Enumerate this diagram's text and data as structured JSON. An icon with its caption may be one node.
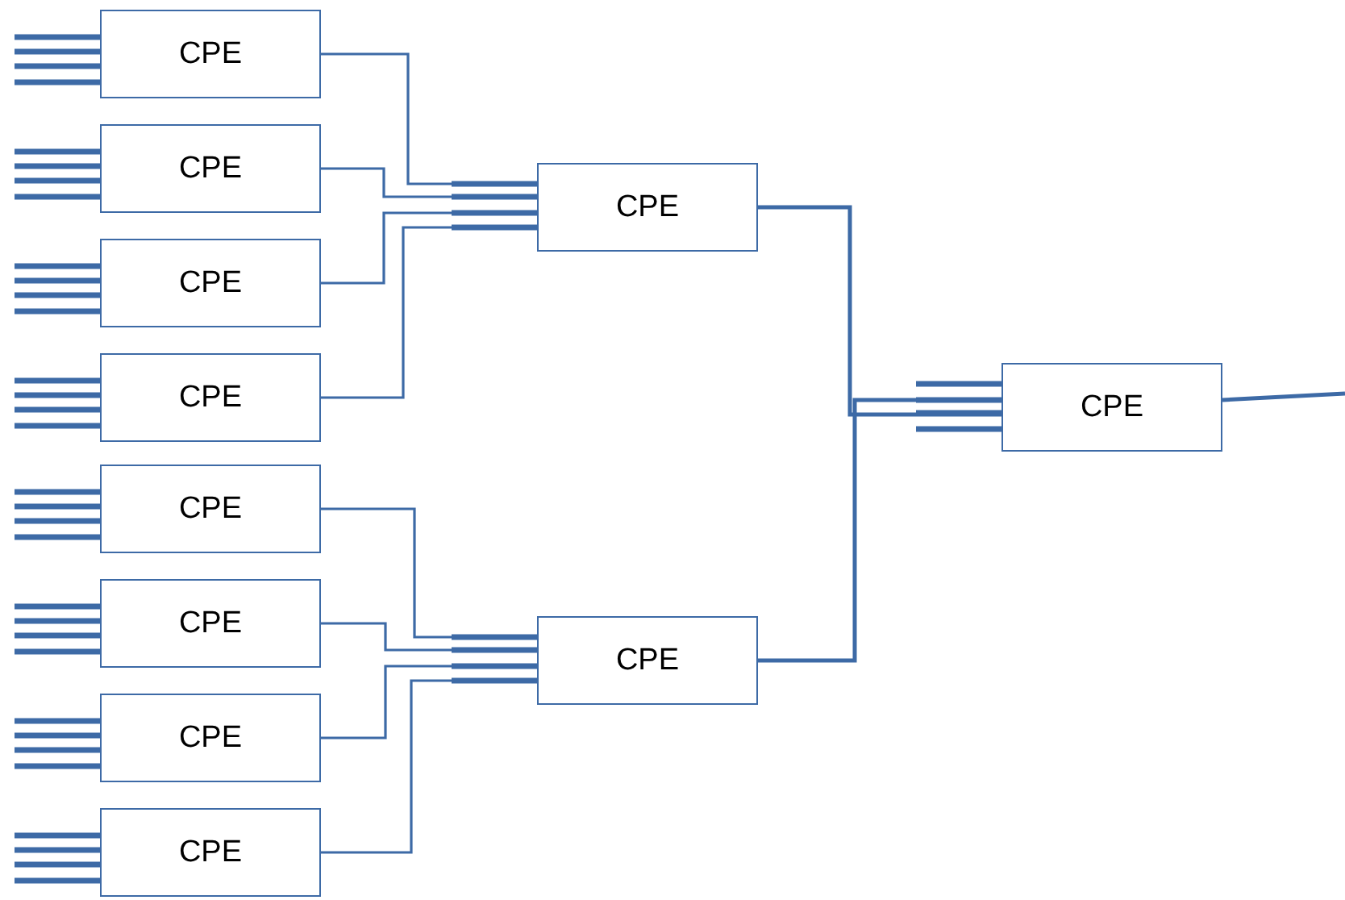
{
  "diagram": {
    "nodes": [
      {
        "text": [
          "CPE"
        ]
      },
      {
        "text": [
          "CPE"
        ]
      },
      {
        "text": [
          "CPE"
        ]
      },
      {
        "text": [
          "CPE"
        ]
      },
      {
        "text": [
          "CPE"
        ]
      },
      {
        "text": [
          "CPE"
        ]
      },
      {
        "text": [
          "CPE"
        ]
      },
      {
        "text": [
          "CPE"
        ]
      },
      {
        "text": [
          "CPE"
        ]
      },
      {
        "text": [
          "CPE"
        ]
      },
      {
        "text": [
          "CPE"
        ]
      }
    ],
    "edges": [
      {
        "from": 0,
        "to": 8,
        "arrow": "none"
      },
      {
        "from": 1,
        "to": 8,
        "arrow": "none"
      },
      {
        "from": 2,
        "to": 8,
        "arrow": "none"
      },
      {
        "from": 3,
        "to": 8,
        "arrow": "none"
      },
      {
        "from": 4,
        "to": 9,
        "arrow": "none"
      },
      {
        "from": 5,
        "to": 9,
        "arrow": "none"
      },
      {
        "from": 6,
        "to": 9,
        "arrow": "none"
      },
      {
        "from": 7,
        "to": 9,
        "arrow": "none"
      },
      {
        "from": 8,
        "to": 10,
        "arrow": "none"
      },
      {
        "from": 9,
        "to": 10,
        "arrow": "none"
      },
      {
        "from": 10,
        "to": null,
        "arrow": "none"
      }
    ]
  }
}
